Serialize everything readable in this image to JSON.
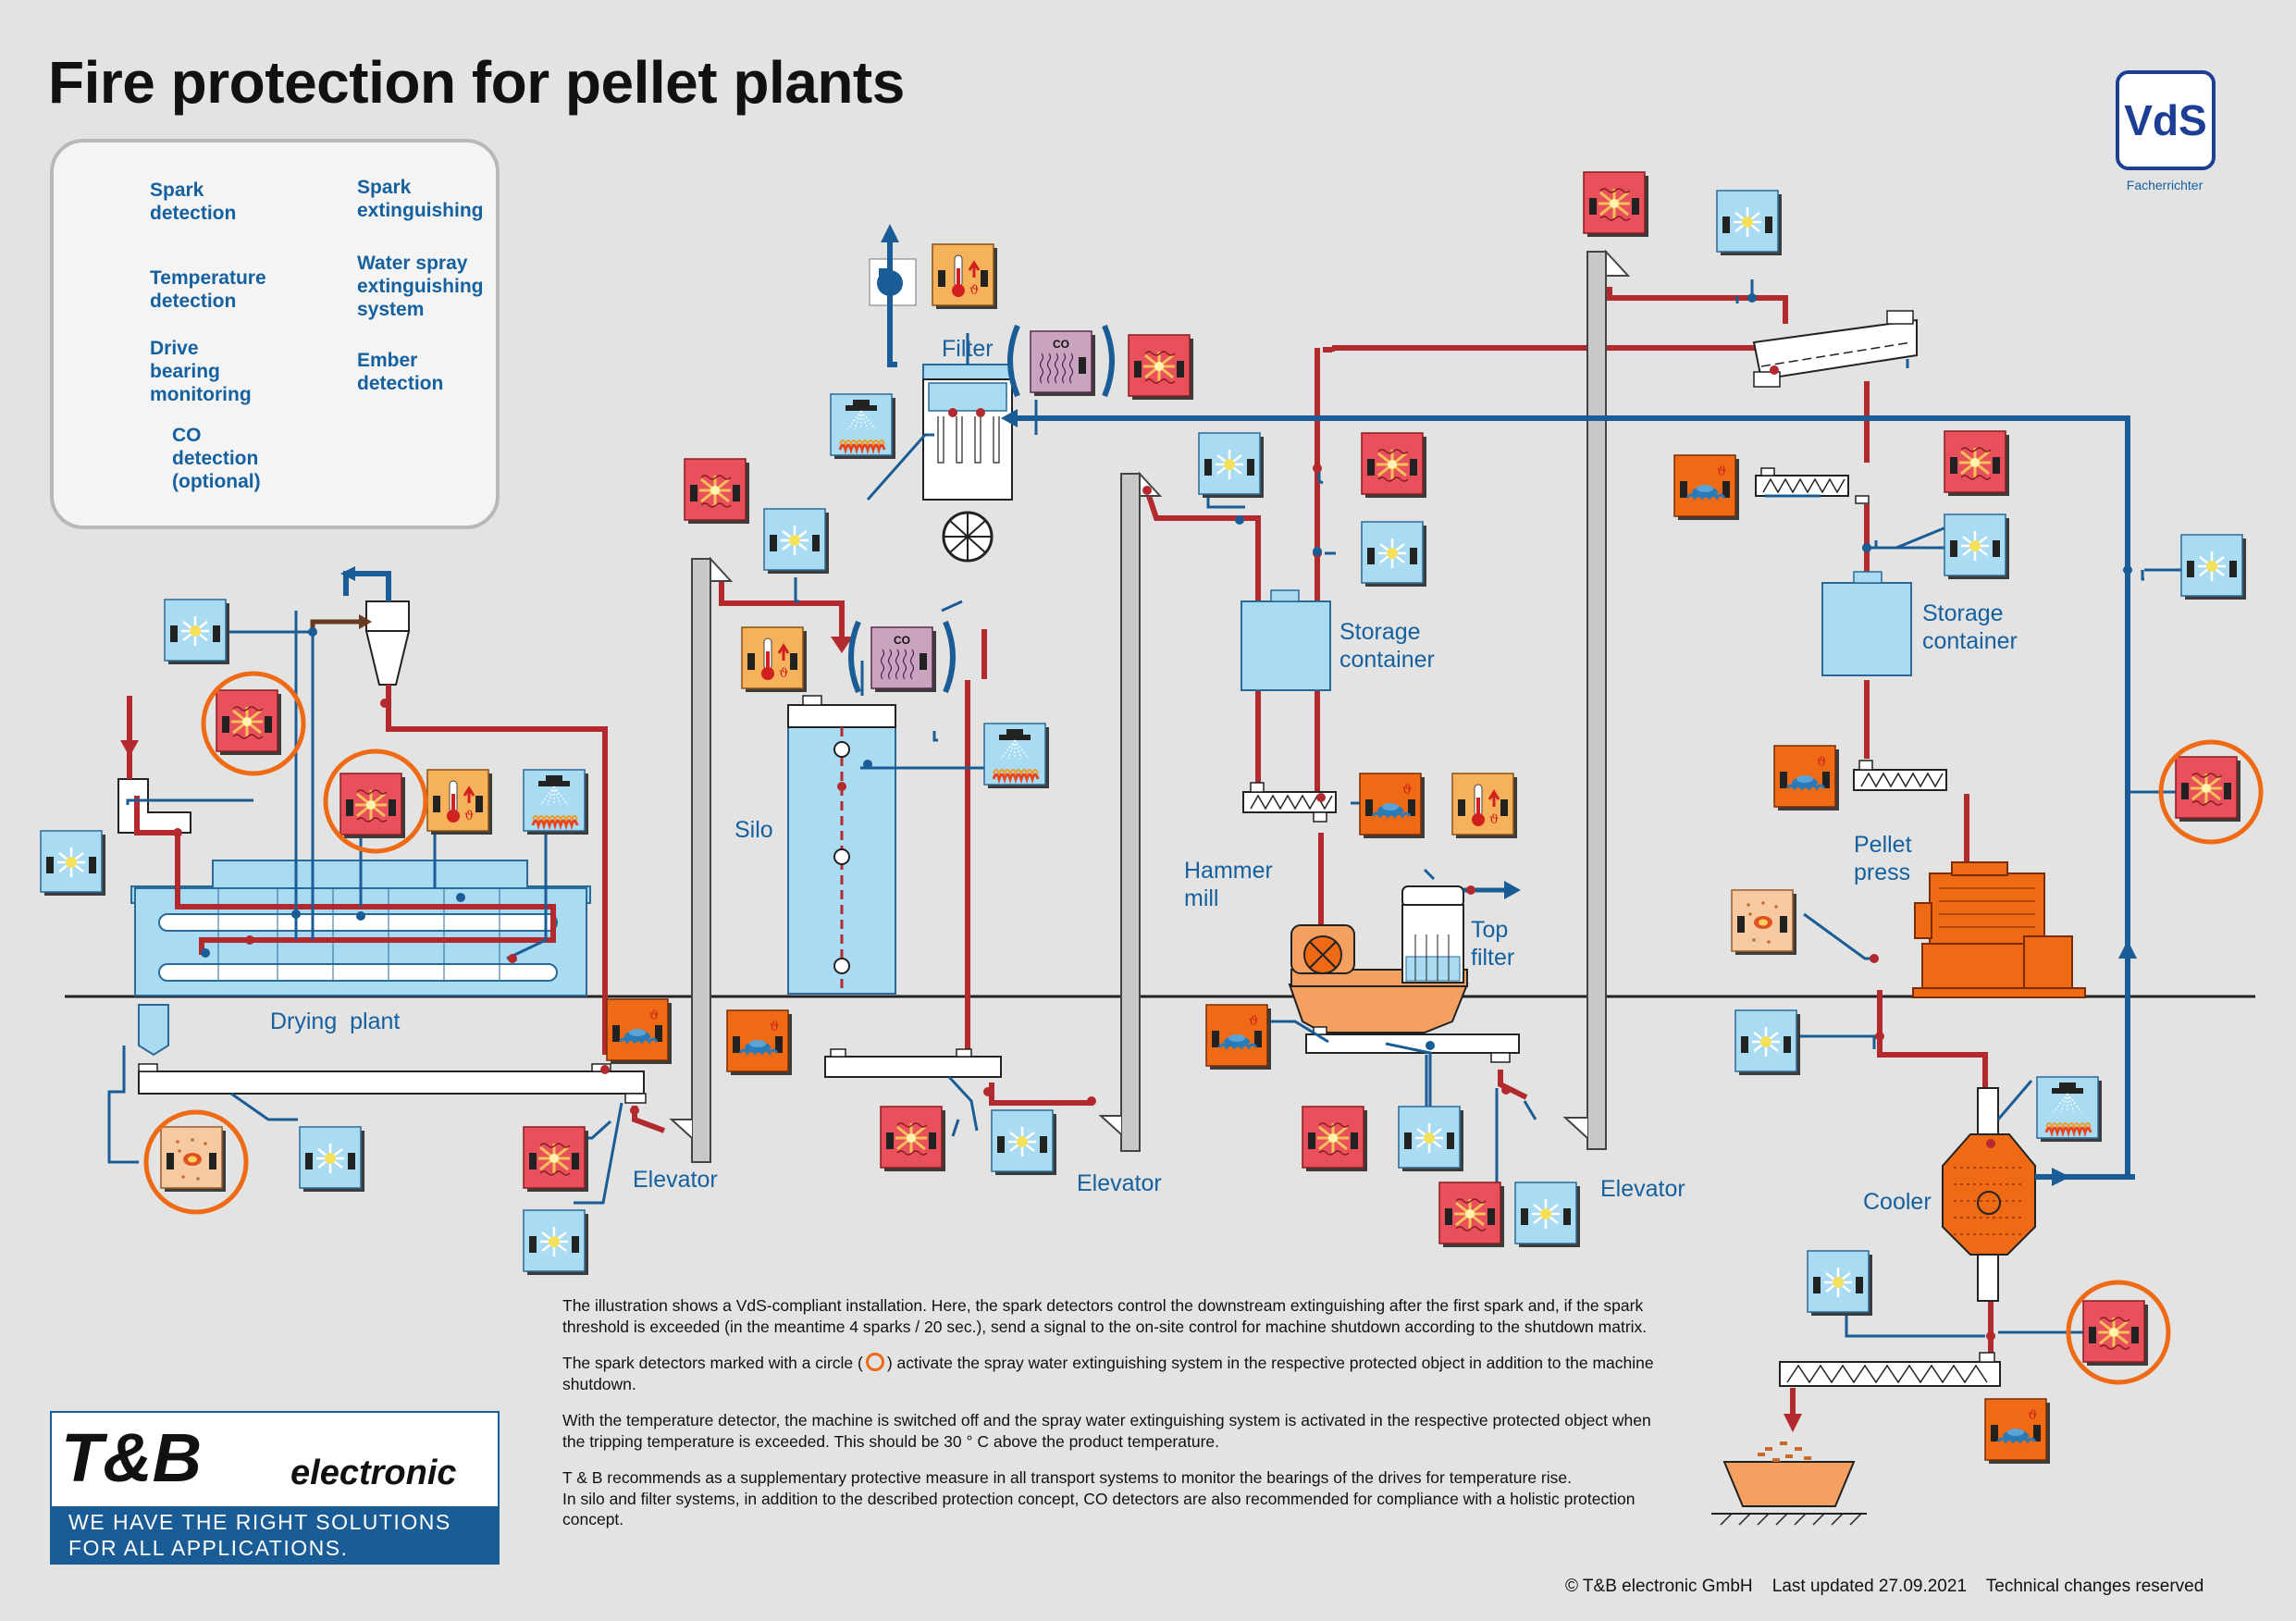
{
  "title": "Fire protection for pellet plants",
  "legend": {
    "spark_detection": "Spark\ndetection",
    "spark_extinguishing": "Spark\nextinguishing",
    "temperature_detection": "Temperature\ndetection",
    "water_spray": "Water spray\nextinguishing\nsystem",
    "drive_bearing": "Drive\nbearing\nmonitoring",
    "ember_detection": "Ember\ndetection",
    "co_detection": "CO\ndetection\n(optional)",
    "co_icon_text": "CO"
  },
  "labels": {
    "drying_plant": "Drying  plant",
    "silo": "Silo",
    "filter": "Filter",
    "elevator_1": "Elevator",
    "elevator_2": "Elevator",
    "elevator_3": "Elevator",
    "storage_container_1": "Storage\ncontainer",
    "storage_container_2": "Storage\ncontainer",
    "hammer_mill": "Hammer\nmill",
    "top_filter": "Top\nfilter",
    "pellet_press": "Pellet\npress",
    "cooler": "Cooler"
  },
  "notes": [
    "The illustration shows a VdS-compliant installation. Here, the spark detectors control the downstream extinguishing after the first spark and, if the spark threshold is exceeded (in the meantime 4 sparks / 20 sec.), send a signal to the on-site control for machine shutdown according to the shutdown matrix.",
    "The spark detectors marked with a circle (",
    ") activate the spray water extinguishing system in the respective protected object in addition to the machine shutdown.",
    "With the temperature detector, the machine is switched off and the spray water extinguishing system is activated in the respective protected object when the tripping temperature is exceeded. This should be 30 ° C above the product temperature.",
    "T & B recommends as a supplementary protective measure in all transport systems to monitor the bearings of the drives for temperature rise.",
    "In silo and filter systems, in addition to the described protection concept, CO detectors are also recommended for compliance with a holistic protection concept."
  ],
  "footer": "© T&B electronic GmbH    Last updated 27.09.2021    Technical changes reserved",
  "vds": {
    "logo": "VdS",
    "sub": "Facherrichter"
  },
  "brand": {
    "name": "T&B",
    "sub": "electronic",
    "slogan": "WE HAVE THE RIGHT SOLUTIONS\nFOR ALL APPLICATIONS."
  },
  "colors": {
    "spark_detection": "#e8505b",
    "spark_extinguishing": "#a9dbf2",
    "temperature": "#f6b25a",
    "drive_bearing": "#ee6a14",
    "ember": "#f7c9a0",
    "co": "#c9a3bf",
    "product_line": "#b22a2e",
    "signal_line": "#1a5d96",
    "highlight_ring": "#ee6a14"
  },
  "icons": [
    "spark-detector-icon",
    "spark-extinguisher-icon",
    "temperature-detector-icon",
    "water-spray-icon",
    "drive-bearing-icon",
    "ember-detector-icon",
    "co-detector-icon",
    "fan-icon"
  ]
}
